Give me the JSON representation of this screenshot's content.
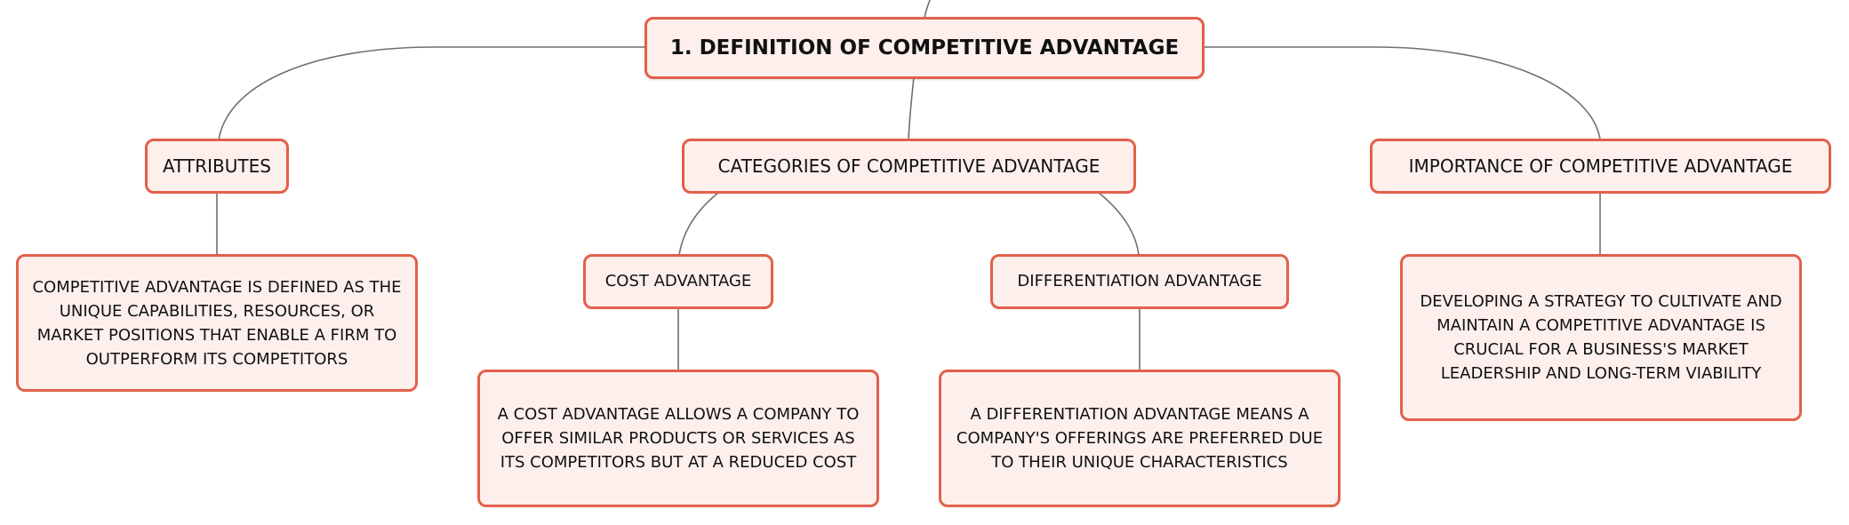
{
  "diagram": {
    "root": {
      "label": "1. DEFINITION OF COMPETITIVE ADVANTAGE"
    },
    "topics": [
      {
        "label": "ATTRIBUTES",
        "description": "COMPETITIVE ADVANTAGE IS DEFINED AS THE UNIQUE CAPABILITIES, RESOURCES, OR MARKET POSITIONS THAT ENABLE A FIRM TO OUTPERFORM ITS COMPETITORS"
      },
      {
        "label": "CATEGORIES OF COMPETITIVE ADVANTAGE",
        "subtopics": [
          {
            "label": "COST ADVANTAGE",
            "description": "A COST ADVANTAGE ALLOWS A COMPANY TO OFFER SIMILAR PRODUCTS OR SERVICES AS ITS COMPETITORS BUT AT A REDUCED COST"
          },
          {
            "label": "DIFFERENTIATION ADVANTAGE",
            "description": "A DIFFERENTIATION ADVANTAGE MEANS A COMPANY'S OFFERINGS ARE PREFERRED DUE TO THEIR UNIQUE CHARACTERISTICS"
          }
        ]
      },
      {
        "label": "IMPORTANCE OF COMPETITIVE ADVANTAGE",
        "description": "DEVELOPING A STRATEGY TO CULTIVATE AND MAINTAIN A COMPETITIVE ADVANTAGE IS CRUCIAL FOR A BUSINESS'S MARKET LEADERSHIP AND LONG-TERM VIABILITY"
      }
    ]
  },
  "colors": {
    "node_border": "#e2604a",
    "node_fill": "#fdf0ec",
    "connector": "#6f6f6f"
  }
}
